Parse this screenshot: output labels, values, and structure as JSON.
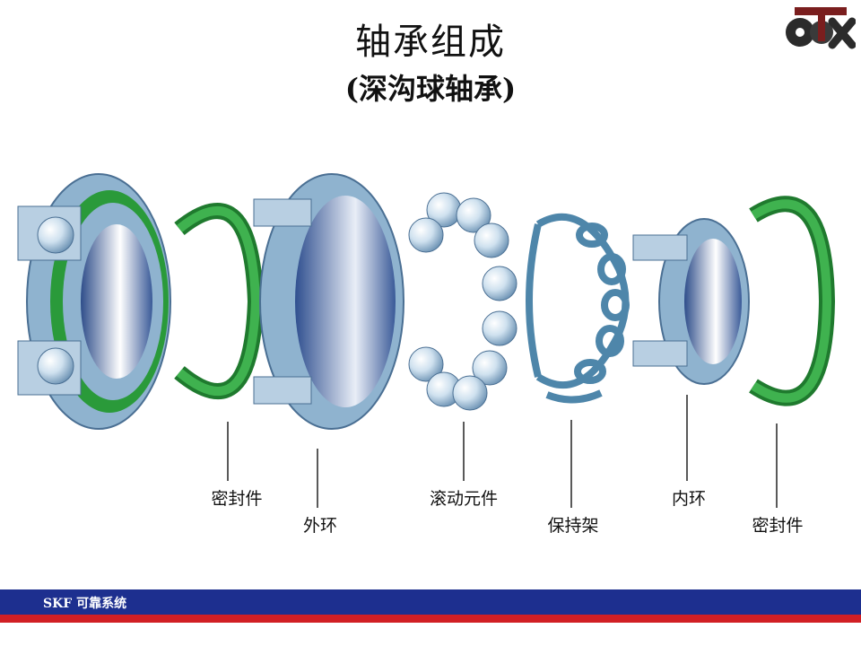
{
  "title": "轴承组成",
  "subtitle": "(深沟球轴承)",
  "labels": {
    "seal_left": "密封件",
    "outer_ring": "外环",
    "rolling_elements": "滚动元件",
    "cage": "保持架",
    "inner_ring": "内环",
    "seal_right": "密封件"
  },
  "footer": {
    "text": "SKF 可靠系统"
  },
  "colors": {
    "ring_blue": "#8fb3cf",
    "ring_dark": "#4a6f93",
    "seal_green": "#2a9a3a",
    "ball": "#cfe1ef",
    "footer_blue": "#1d2f8f",
    "footer_red": "#d11f24"
  }
}
